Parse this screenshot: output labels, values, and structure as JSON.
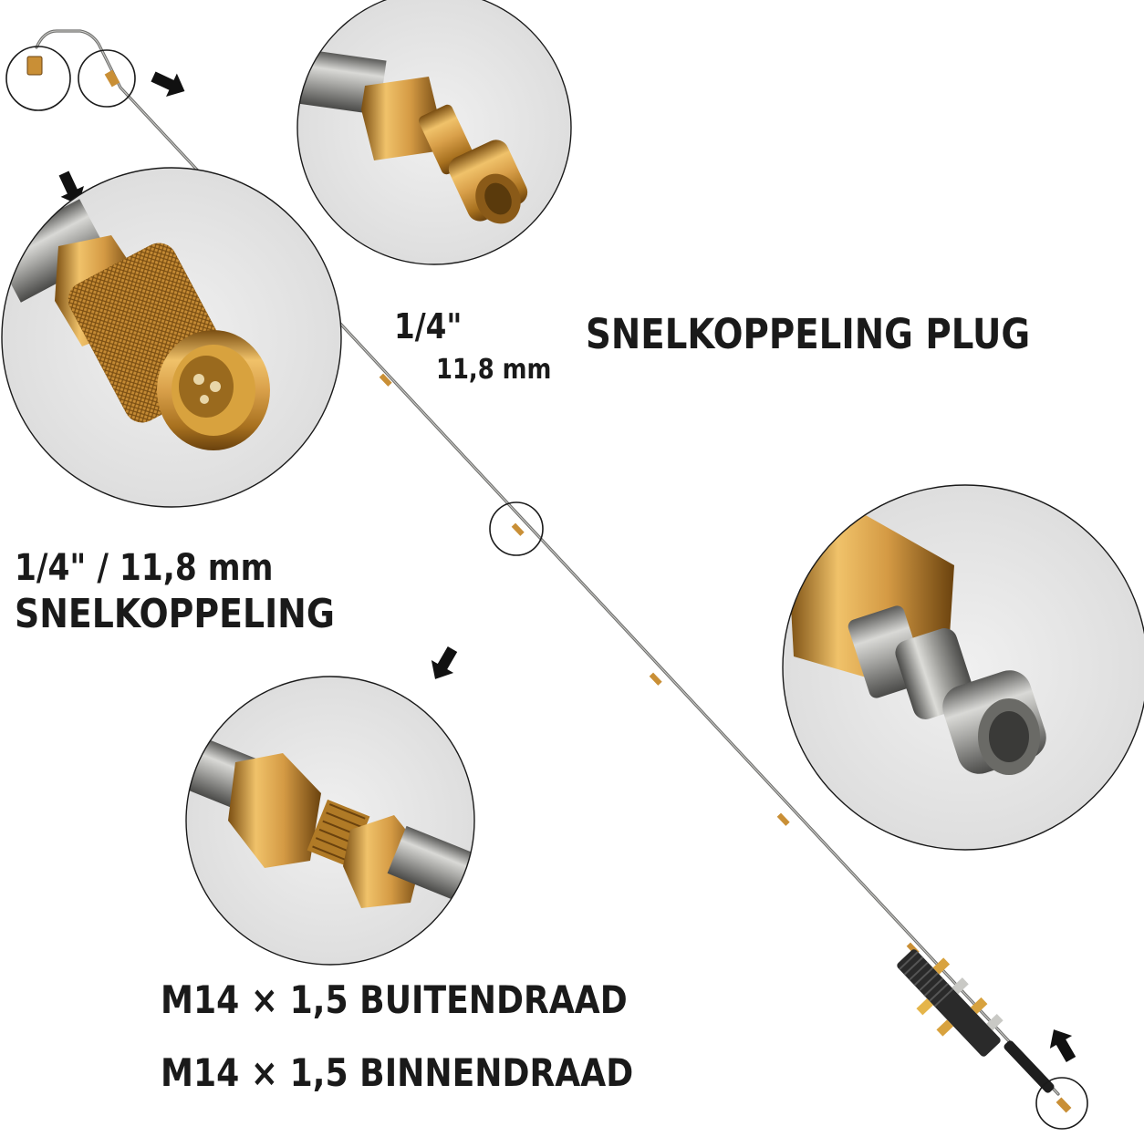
{
  "colors": {
    "background": "#ffffff",
    "circle_fill": "#e6e6e6",
    "brass": "#c98f36",
    "steel": "#9a9a98",
    "text": "#1a1a1a"
  },
  "labels": {
    "plug_fraction": "1/4\"",
    "plug_mm": "11,8 mm",
    "plug_title": "SNELKOPPELING PLUG",
    "coupler_size": "1/4\"  /  11,8 mm",
    "coupler_title": "SNELKOPPELING",
    "thread_male": "M14 × 1,5 BUITENDRAAD",
    "thread_female": "M14 × 1,5 BINNENDRAAD"
  },
  "icons": [
    "top-right-arrow-icon",
    "down-arrow-icon",
    "down-left-arrow-icon",
    "up-right-arrow-icon"
  ],
  "detail_photos": [
    "brass-quick-plug-photo",
    "brass-quick-coupler-photo",
    "steel-quick-plug-photo",
    "m14-thread-connector-photo"
  ]
}
